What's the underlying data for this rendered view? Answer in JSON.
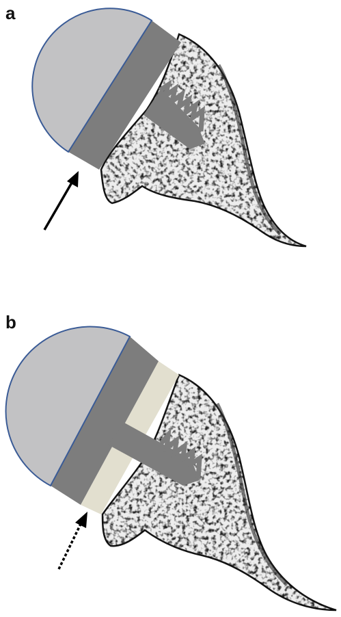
{
  "panels": [
    {
      "label": "a",
      "arrow_style": "solid",
      "has_spacer": false
    },
    {
      "label": "b",
      "arrow_style": "dotted",
      "has_spacer": true
    }
  ],
  "colors": {
    "head": "#c2c2c4",
    "head_outline": "#3a5b96",
    "stem": "#7d7d7d",
    "spacer": "#e2dfcf",
    "bone_fill": "#ededed",
    "bone_outline": "#151515",
    "arrow": "#000000"
  }
}
